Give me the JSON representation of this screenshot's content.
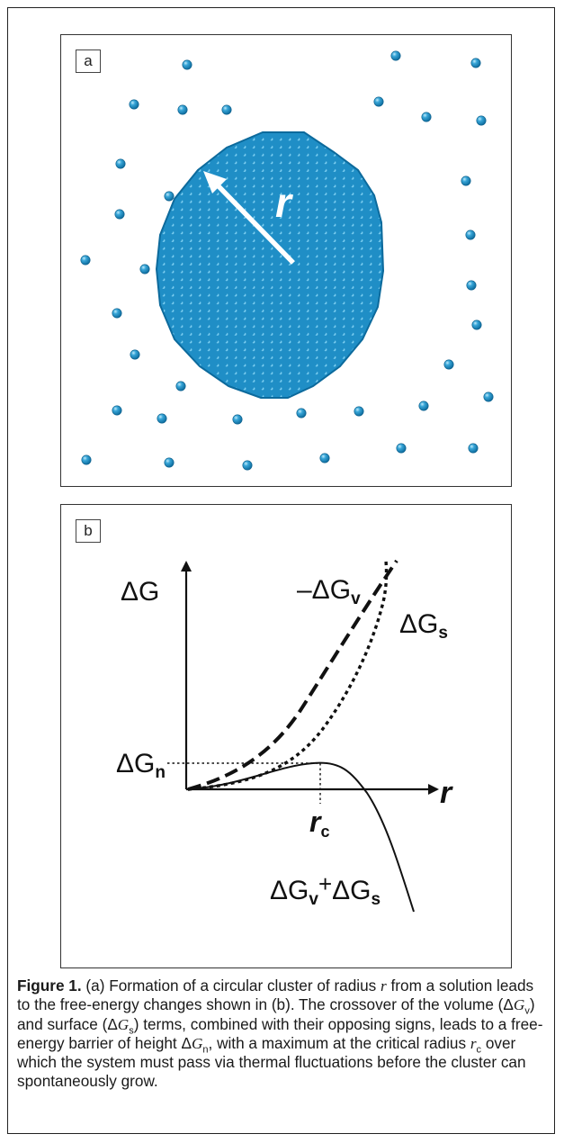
{
  "panel_a": {
    "label": "a",
    "radius_label": "r",
    "colors": {
      "particle": "#1c8cc4",
      "particle_edge": "#0b5e8a",
      "particle_highlight": "#9fdcf5",
      "arrow": "#ffffff"
    }
  },
  "panel_b": {
    "label": "b",
    "y_axis_label": {
      "main": "ΔG",
      "sub": ""
    },
    "x_axis_label": "r",
    "curve_neg_volume": {
      "main": "–ΔG",
      "sub": "v"
    },
    "curve_surface": {
      "main": "ΔG",
      "sub": "s"
    },
    "barrier": {
      "main": "ΔG",
      "sub": "n"
    },
    "critical_radius": {
      "main": "r",
      "sub": "c"
    },
    "sum_curve": {
      "a": "ΔG",
      "a_sub": "v",
      "plus": "+",
      "b": "ΔG",
      "b_sub": "s"
    }
  },
  "caption": {
    "bold": "Figure 1.",
    "text_1": " (a) Formation of a circular cluster of radius ",
    "r": "r",
    "text_2": " from a solution leads to the free-energy changes shown in (b). The crossover of the volume (Δ",
    "gv_G": "G",
    "gv_sub": "v",
    "text_3": ") and surface (Δ",
    "gs_G": "G",
    "gs_sub": "s",
    "text_4": ") terms, combined with their opposing signs, leads to a free-energy barrier of height Δ",
    "gn_G": "G",
    "gn_sub": "n",
    "text_5": ", with a maximum at the critical radius ",
    "rc_r": "r",
    "rc_sub": "c",
    "text_6": " over which the system must pass via thermal fluctuations before the cluster can spontaneously grow."
  }
}
